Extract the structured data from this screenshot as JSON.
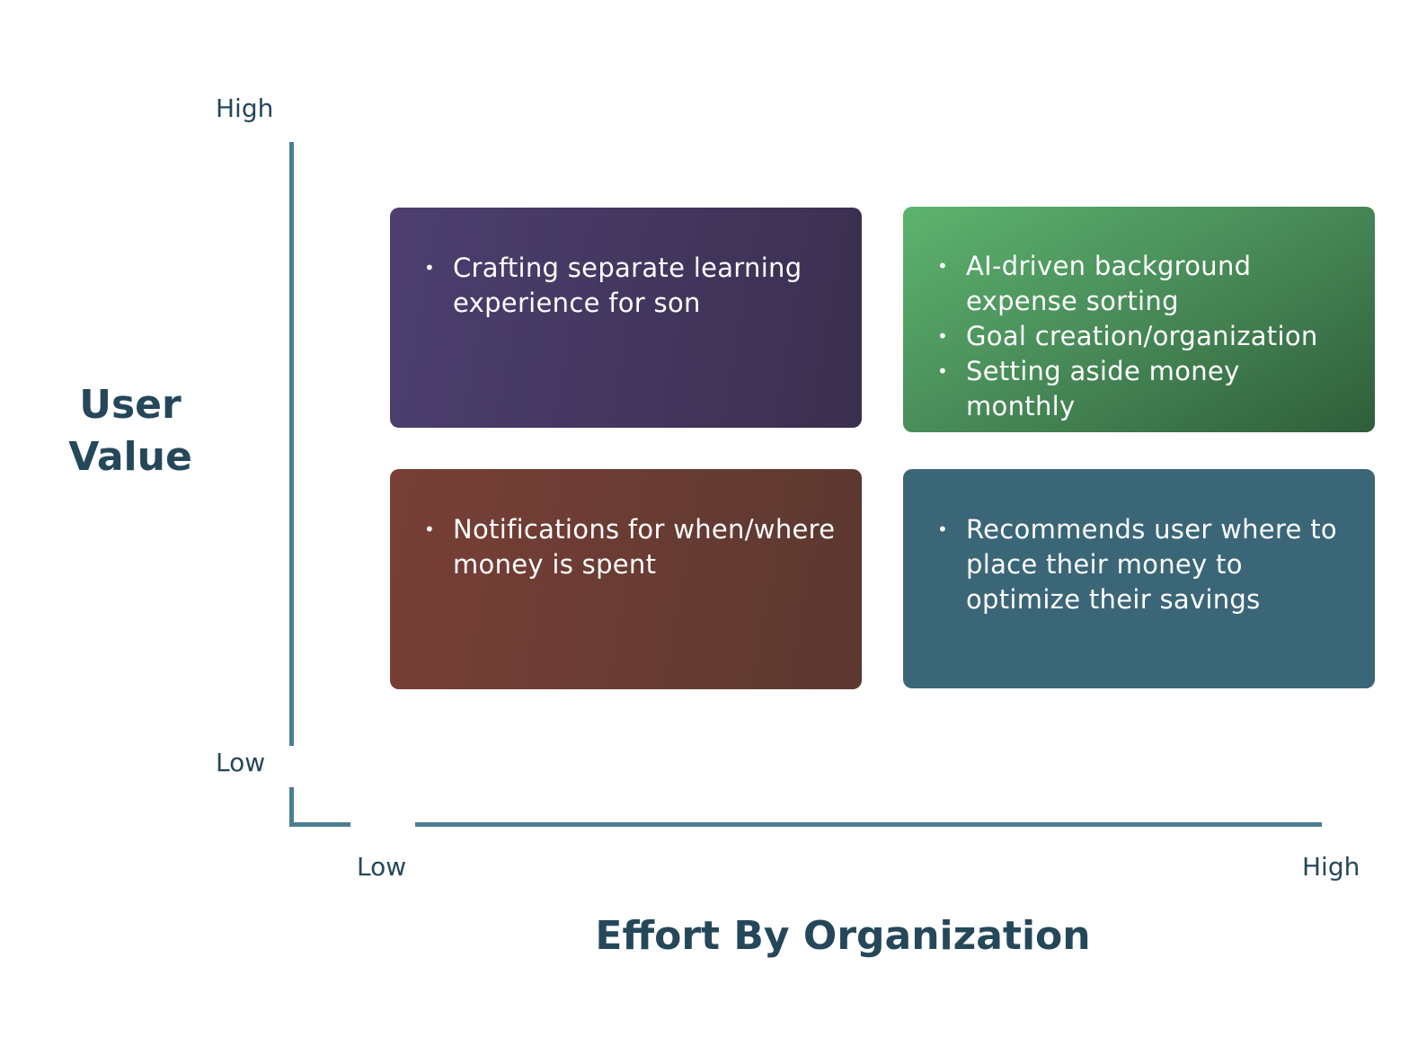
{
  "y_axis": {
    "title_line1": "User",
    "title_line2": "Value",
    "high_label": "High",
    "low_label": "Low"
  },
  "x_axis": {
    "title": "Effort By Organization",
    "low_label": "Low",
    "high_label": "High"
  },
  "colors": {
    "axis": "#4a7f93",
    "text": "#25475a"
  },
  "quadrants": {
    "high_value_low_effort": {
      "items": [
        "Crafting separate learning experience for son"
      ]
    },
    "high_value_high_effort": {
      "items": [
        "AI-driven background expense sorting",
        "Goal creation/organization",
        "Setting aside money monthly"
      ]
    },
    "low_value_low_effort": {
      "items": [
        "Notifications for when/where money is spent"
      ]
    },
    "low_value_high_effort": {
      "items": [
        "Recommends user where to place their money to optimize their savings"
      ]
    }
  }
}
